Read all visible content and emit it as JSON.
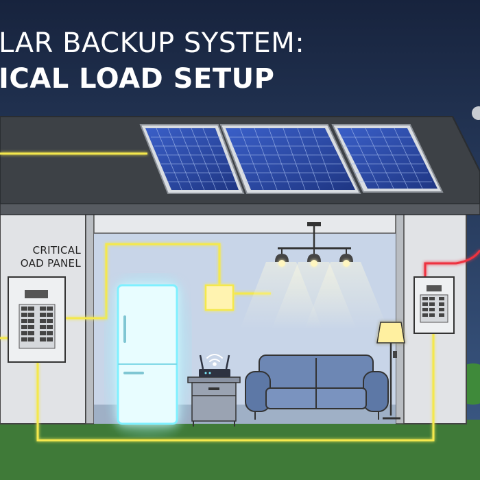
{
  "title": {
    "line1": "LAR BACKUP SYSTEM:",
    "line2": "ICAL LOAD SETUP"
  },
  "labels": {
    "panel_line1": "CRITICAL",
    "panel_line2": "OAD PANEL"
  },
  "colors": {
    "sky_top": "#1b2a47",
    "sky_bottom": "#3b5a86",
    "roof": "#3e4247",
    "wall": "#dcdfe2",
    "room": "#c9d6e8",
    "grass": "#3d7a3a",
    "wire_glow": "#f2e64a",
    "grid_wire": "#e8303a",
    "fridge_glow": "#7ff0ff",
    "solar_cell": "#2a4aa8"
  },
  "icons": [
    "solar-panel-icon",
    "fridge-icon",
    "router-icon",
    "wifi-icon",
    "sofa-icon",
    "floor-lamp-icon",
    "ceiling-light-icon",
    "breaker-panel-icon"
  ]
}
